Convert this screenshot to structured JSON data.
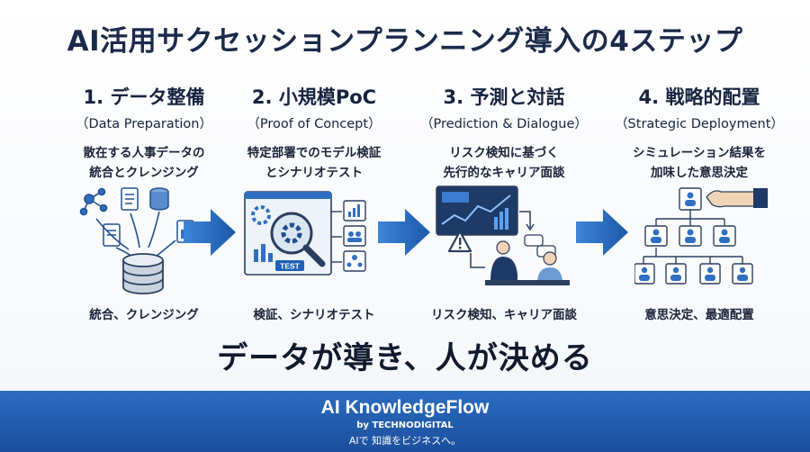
{
  "title": "AI活用サクセッションプランニング導入の4ステップ",
  "steps": [
    {
      "title": "1. データ整備",
      "subtitle": "（Data Preparation）",
      "desc_line1": "散在する人事データの",
      "desc_line2": "統合とクレンジング",
      "caption": "統合、クレンジング"
    },
    {
      "title": "2. 小規模PoC",
      "subtitle": "（Proof of Concept）",
      "desc_line1": "特定部署でのモデル検証",
      "desc_line2": "とシナリオテスト",
      "caption": "検証、シナリオテスト",
      "badge": "TEST"
    },
    {
      "title": "3. 予測と対話",
      "subtitle": "（Prediction & Dialogue）",
      "desc_line1": "リスク検知に基づく",
      "desc_line2": "先行的なキャリア面談",
      "caption": "リスク検知、キャリア面談"
    },
    {
      "title": "4. 戦略的配置",
      "subtitle": "（Strategic Deployment）",
      "desc_line1": "シミュレーション結果を",
      "desc_line2": "加味した意思決定",
      "caption": "意思決定、最適配置"
    }
  ],
  "slogan": "データが導き、人が決める",
  "footer": {
    "brand": "AI KnowledgeFlow",
    "by": "by TECHNODIGITAL",
    "tagline": "AIで 知識をビジネスへ。"
  },
  "colors": {
    "primary": "#1f5fb8",
    "footer": "#245fb0",
    "title": "#1b2a4a"
  }
}
